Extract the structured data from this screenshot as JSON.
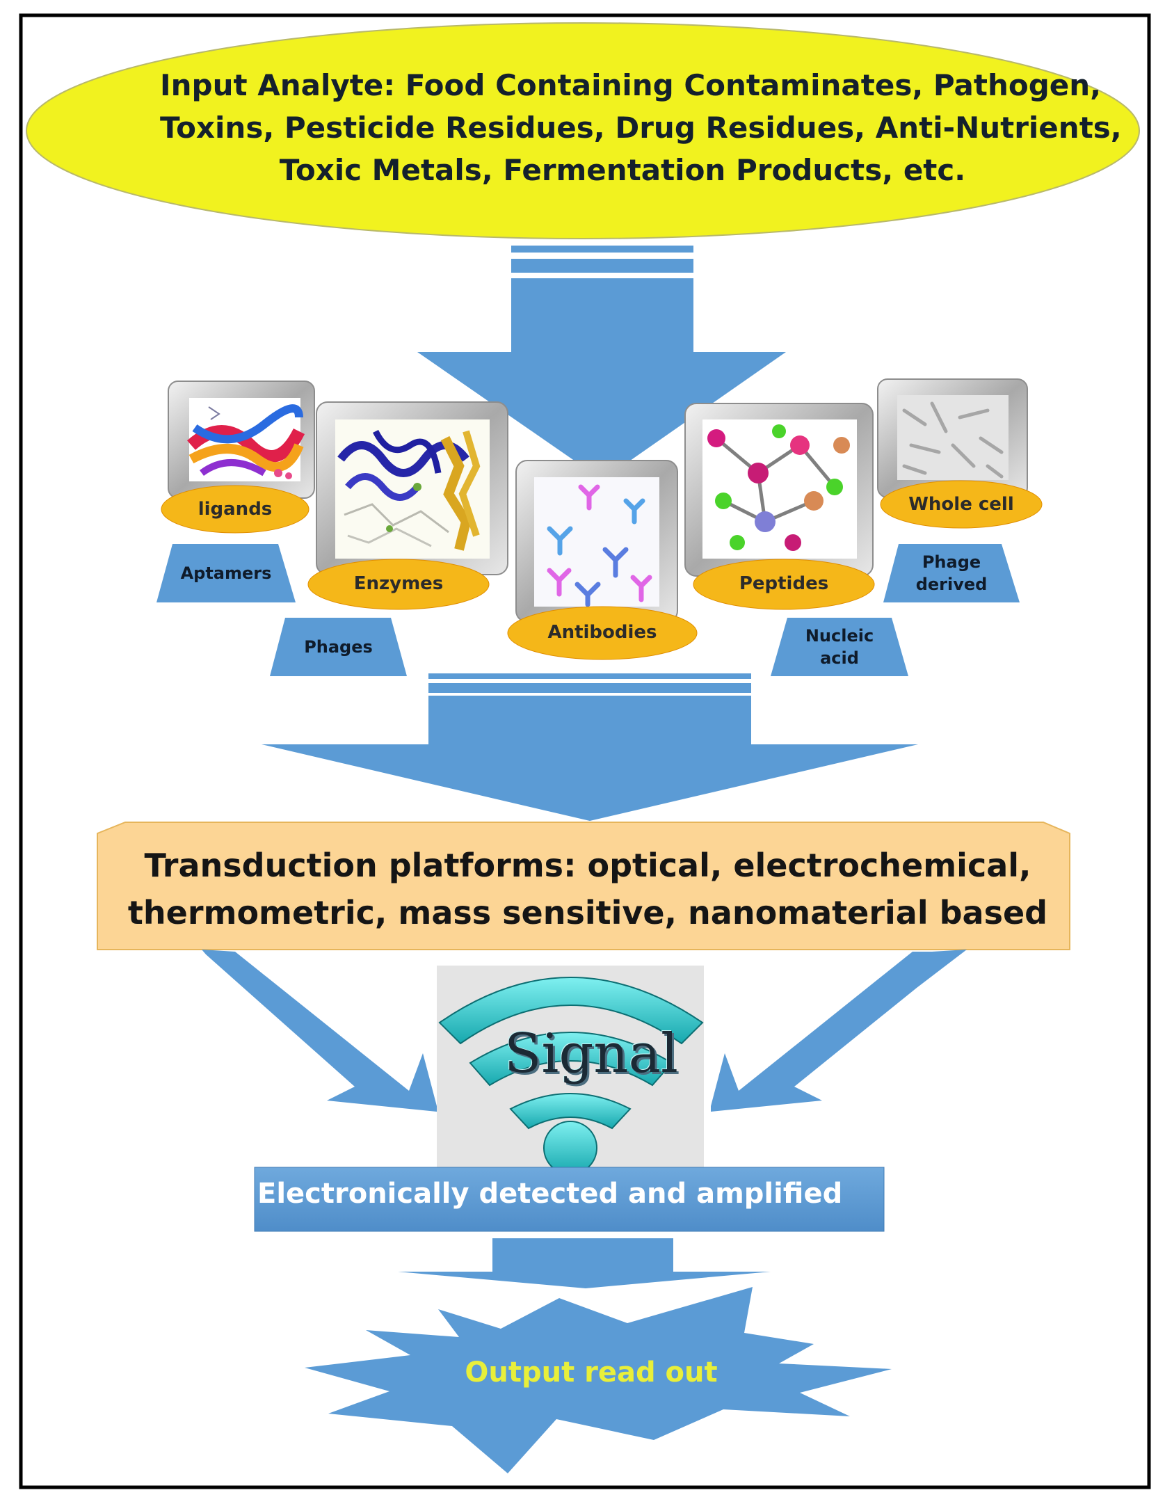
{
  "input": {
    "lines": [
      "Input Analyte: Food Containing Contaminates, Pathogen,",
      "Toxins, Pesticide Residues, Drug Residues, Anti-Nutrients,",
      "Toxic Metals, Fermentation Products, etc."
    ]
  },
  "bioreceptors": {
    "ligands": "ligands",
    "enzymes": "Enzymes",
    "antibodies": "Antibodies",
    "peptides": "Peptides",
    "whole_cell": "Whole cell",
    "aptamers": "Aptamers",
    "phages": "Phages",
    "nucleic_acid": [
      "Nucleic",
      "acid"
    ],
    "phage_derived": [
      "Phage",
      "derived"
    ]
  },
  "transduction": {
    "lines": [
      "Transduction platforms: optical, electrochemical,",
      "thermometric, mass sensitive, nanomaterial based"
    ]
  },
  "signal": {
    "word": "Signal"
  },
  "detection": {
    "label": "Electronically detected and amplified"
  },
  "output": {
    "label": "Output read out"
  },
  "colors": {
    "arrow": "#5b9bd5",
    "ellipse": "#f1f21f",
    "pill": "#f5b719",
    "transduction_box": "#fcd595",
    "signal_teal": "#2ec9c9",
    "output_text": "#e8ef3a"
  }
}
